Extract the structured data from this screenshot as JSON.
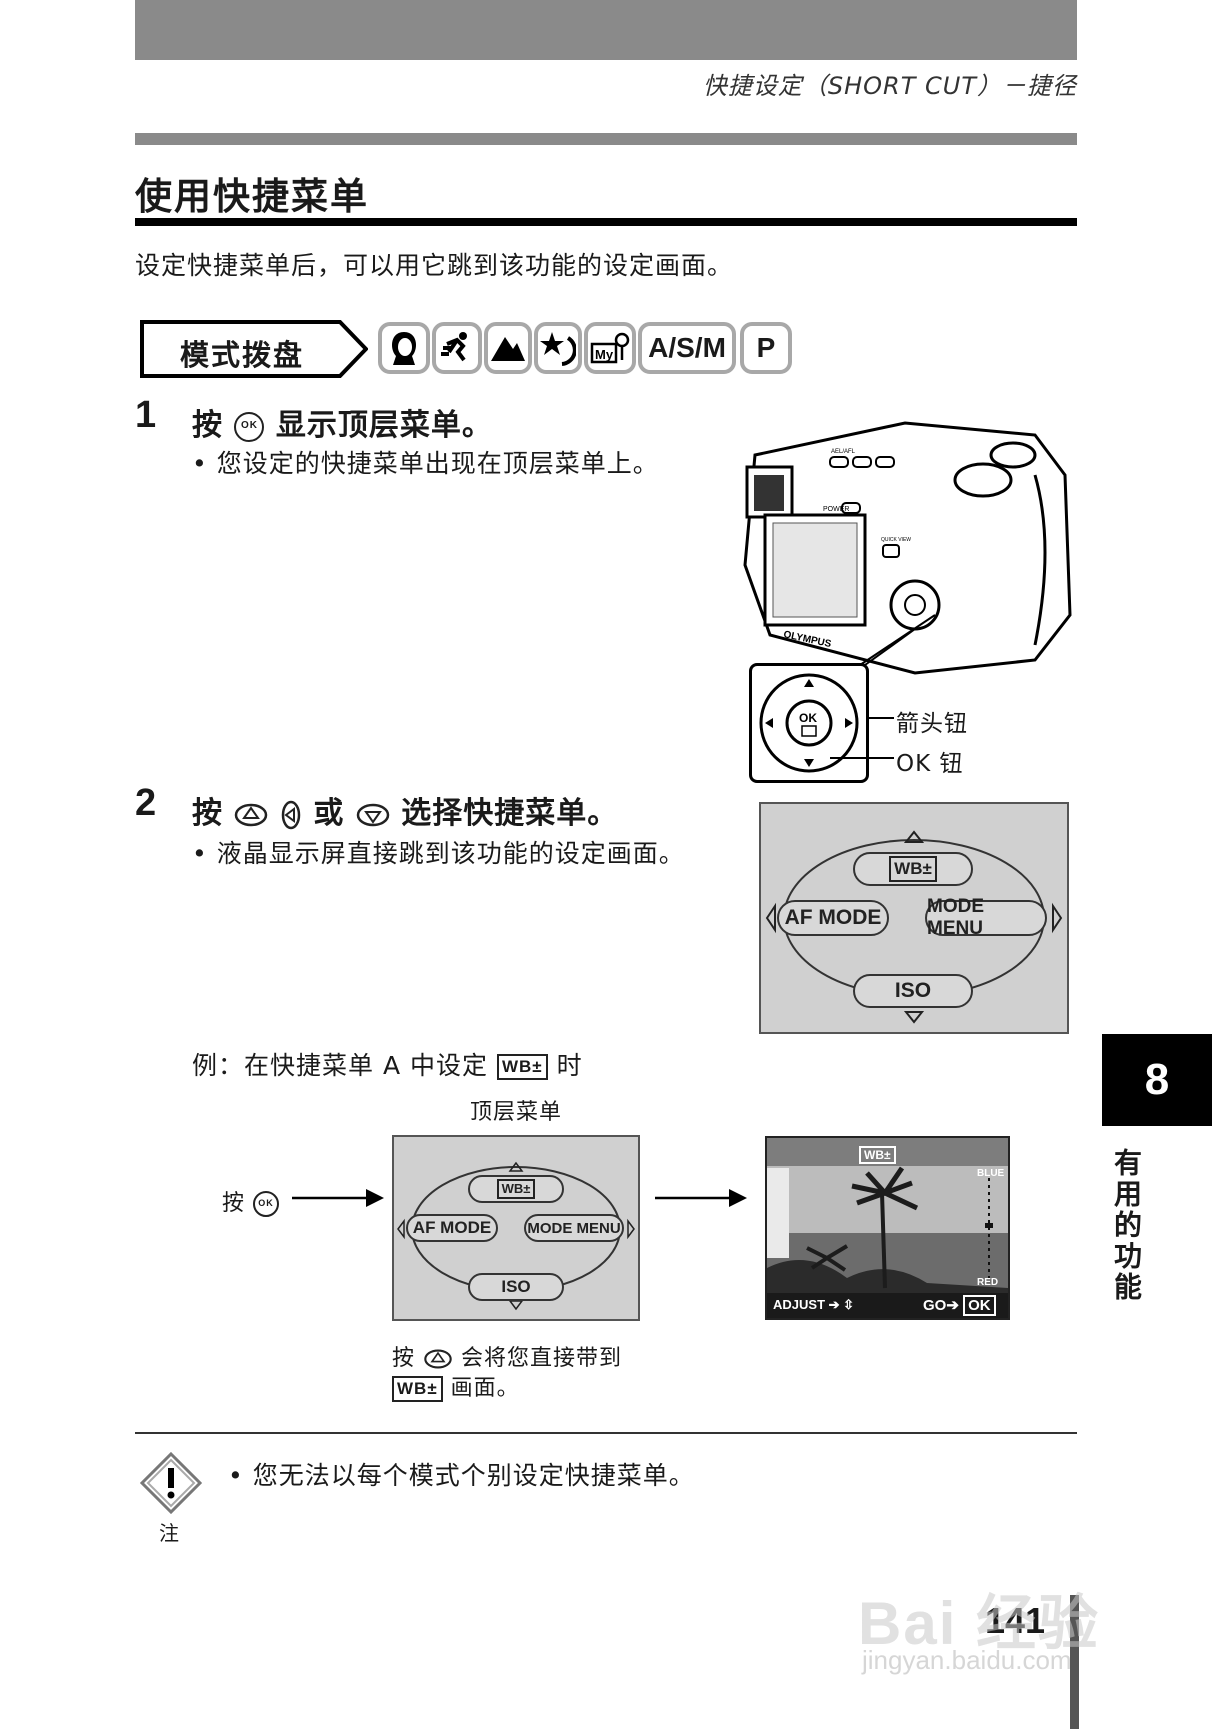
{
  "header": {
    "title": "快捷设定（SHORT CUT）－捷径"
  },
  "section": {
    "title": "使用快捷菜单",
    "intro": "设定快捷菜单后，可以用它跳到该功能的设定画面。"
  },
  "mode_dial": {
    "label": "模式拨盘",
    "icons": [
      "portrait-icon",
      "sports-icon",
      "landscape-icon",
      "night-scene-icon",
      "my-mode-icon"
    ],
    "text_modes": [
      "A/S/M",
      "P"
    ]
  },
  "steps": [
    {
      "number": "1",
      "title_pre": "按",
      "title_post": "显示顶层菜单。",
      "bullet": "您设定的快捷菜单出现在顶层菜单上。"
    },
    {
      "number": "2",
      "title_pre": "按",
      "title_mid": "或",
      "title_post": "选择快捷菜单。",
      "bullet": "液晶显示屏直接跳到该功能的设定画面。"
    }
  ],
  "callouts": {
    "arrow_button": "箭头钮",
    "ok_button": "OK 钮"
  },
  "icon_texts": {
    "ok": "OK",
    "wb": "WB±"
  },
  "camera": {
    "brand": "OLYMPUS",
    "power": "POWER",
    "quick_view": "QUICK VIEW",
    "ael": "AEL/AFL"
  },
  "menu": {
    "top": "WB±",
    "left": "AF MODE",
    "right": "MODE MENU",
    "bottom": "ISO"
  },
  "example": {
    "prefix": "例：在快捷菜单 A 中设定",
    "suffix": "时",
    "top_menu_label": "顶层菜单",
    "press": "按",
    "caption_pre": "按",
    "caption_post": "会将您直接带到",
    "caption_end": "画面。"
  },
  "photo_screen": {
    "wb": "WB±",
    "blue": "BLUE",
    "red": "RED",
    "adjust": "ADJUST",
    "go": "GO",
    "ok": "OK"
  },
  "note": {
    "label": "注",
    "text": "您无法以每个模式个别设定快捷菜单。"
  },
  "side_tab": {
    "number": "8",
    "label": "有用的功能"
  },
  "page_number": "141",
  "watermark": {
    "brand": "Bai 经验",
    "url": "jingyan.baidu.com"
  }
}
